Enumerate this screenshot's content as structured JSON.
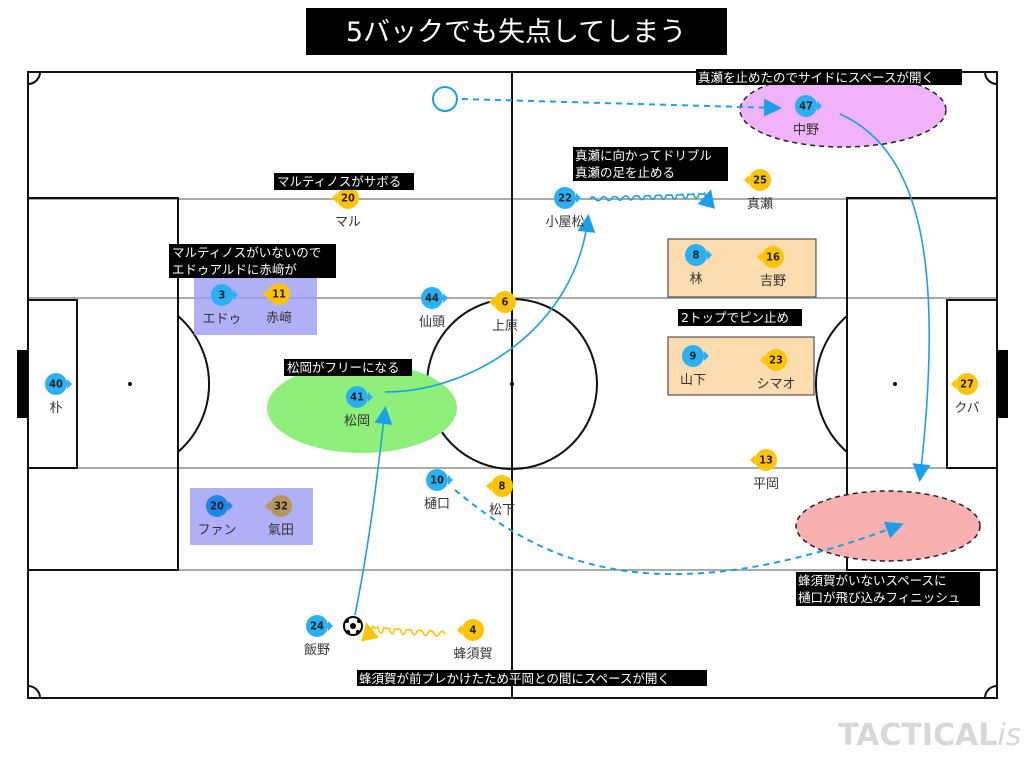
{
  "title": "5バックでも失点してしまう",
  "watermark": {
    "main": "TACTICAL",
    "suffix": "ista"
  },
  "colors": {
    "home": "#29b0f5",
    "away": "#ffc400",
    "away_alt": "#b8955a",
    "home_alt": "#1d86e8"
  },
  "annotations": {
    "maru_sabo": "マルティノスがサボる",
    "no_maru_1": "マルティノスがいないので",
    "no_maru_2": "エドゥアルドに赤﨑が",
    "matsuoka_free": "松岡がフリーになる",
    "dribble_1": "真瀬に向かってドリブル",
    "dribble_2": "真瀬の足を止める",
    "side_space": "真瀬を止めたのでサイドにスペースが開く",
    "two_top": "2トップでピン止め",
    "finish_1": "蜂須賀がいないスペースに",
    "finish_2": "樋口が飛び込みフィニッシュ",
    "hachisuka_press": "蜂須賀が前プレかけたため平岡との間にスペースが開く"
  },
  "home_players": [
    {
      "num": "40",
      "name": "朴"
    },
    {
      "num": "3",
      "name": "エドゥ"
    },
    {
      "num": "44",
      "name": "仙頭"
    },
    {
      "num": "41",
      "name": "松岡"
    },
    {
      "num": "22",
      "name": "小屋松"
    },
    {
      "num": "47",
      "name": "中野"
    },
    {
      "num": "8",
      "name": "林"
    },
    {
      "num": "9",
      "name": "山下"
    },
    {
      "num": "10",
      "name": "樋口"
    },
    {
      "num": "20",
      "name": "ファン"
    },
    {
      "num": "24",
      "name": "飯野"
    }
  ],
  "away_players": [
    {
      "num": "20",
      "name": "マル"
    },
    {
      "num": "11",
      "name": "赤﨑"
    },
    {
      "num": "6",
      "name": "上原"
    },
    {
      "num": "25",
      "name": "真瀬"
    },
    {
      "num": "16",
      "name": "吉野"
    },
    {
      "num": "23",
      "name": "シマオ"
    },
    {
      "num": "13",
      "name": "平岡"
    },
    {
      "num": "8",
      "name": "松下"
    },
    {
      "num": "27",
      "name": "クバ"
    },
    {
      "num": "4",
      "name": "蜂須賀"
    },
    {
      "num": "32",
      "name": "氣田"
    }
  ]
}
